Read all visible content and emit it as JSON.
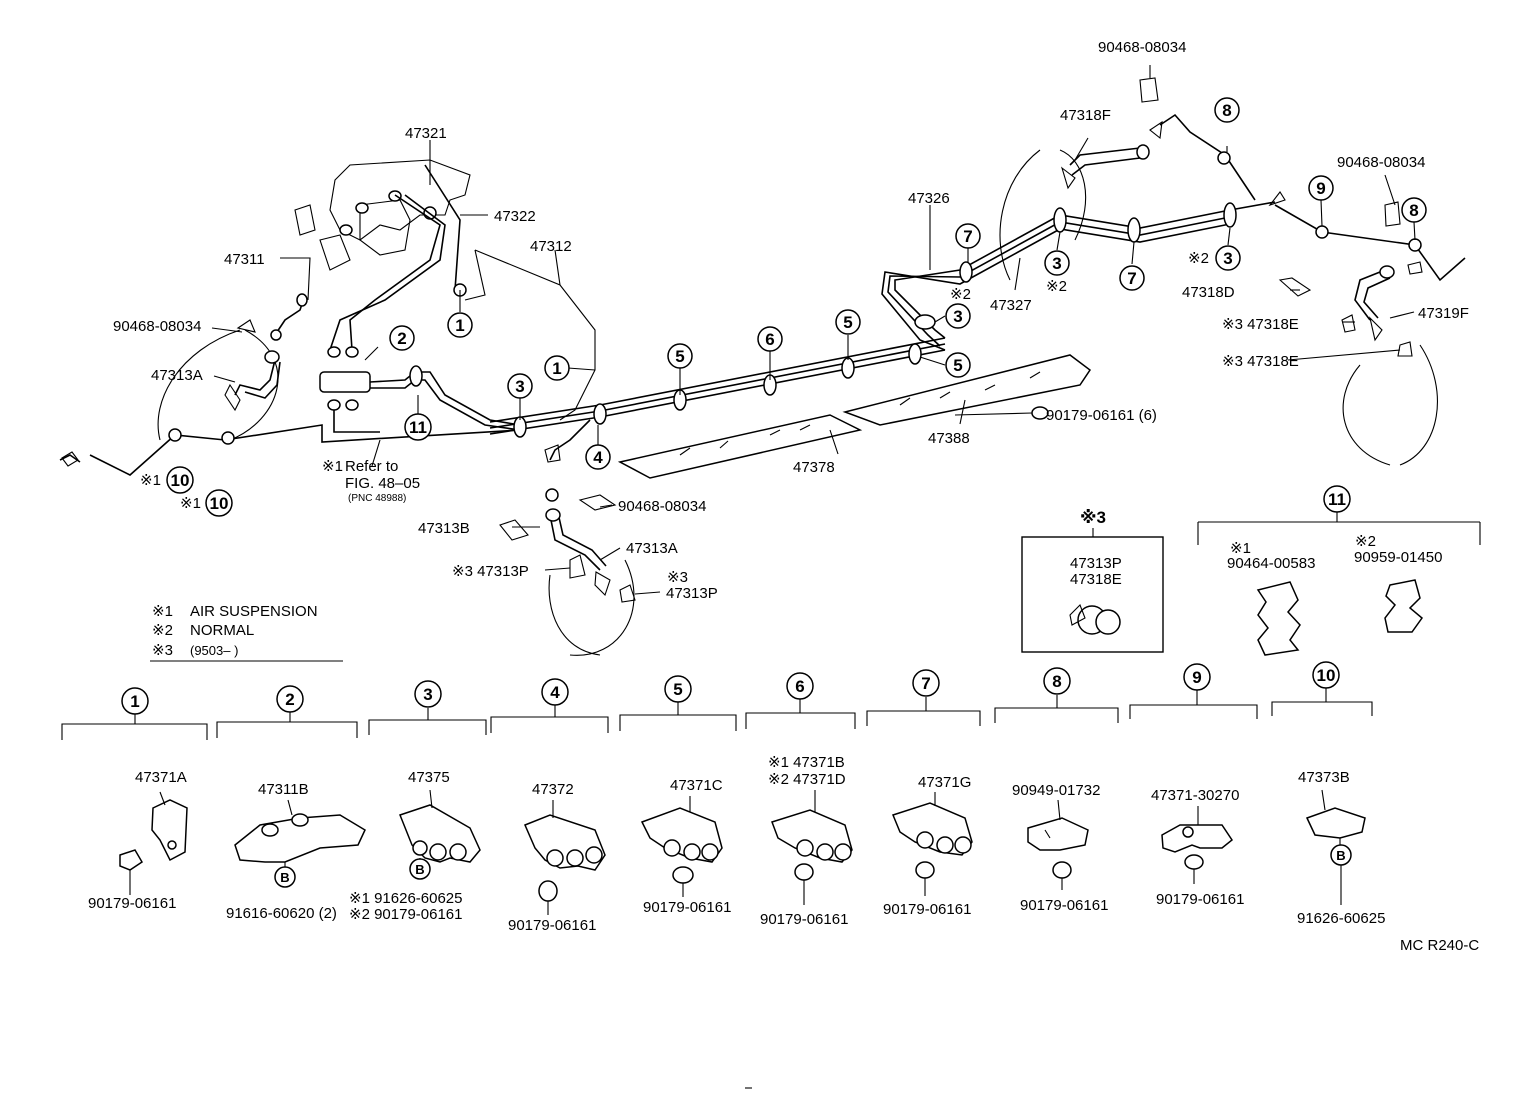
{
  "diagram_code": "MC R240-C",
  "legend": [
    {
      "mark": "※1",
      "text": "AIR SUSPENSION"
    },
    {
      "mark": "※2",
      "text": "NORMAL"
    },
    {
      "mark": "※3",
      "text": "(9503–        )"
    }
  ],
  "callouts": {
    "p47321": "47321",
    "p47322": "47322",
    "p47311": "47311",
    "p47312": "47312",
    "p90468_a": "90468-08034",
    "p47313A_a": "47313A",
    "p10_mark_a": "※1",
    "p10_mark_b": "※1",
    "refer_mark": "※1",
    "refer_line1": "Refer to",
    "refer_line2": "FIG. 48–05",
    "refer_pnc": "(PNC 48988)",
    "p47313B": "47313B",
    "p90468_b": "90468-08034",
    "p47313A_b": "47313A",
    "p47313P_a": "※3 47313P",
    "p47313P_mark": "※3",
    "p47313P_b": "47313P",
    "p47378": "47378",
    "p47388": "47388",
    "p90179_6": "90179-06161 (6)",
    "p47326": "47326",
    "p47327": "47327",
    "p47318F": "47318F",
    "p90468_c": "90468-08034",
    "p90468_d": "90468-08034",
    "p47318D": "47318D",
    "p47318E_a": "※3 47318E",
    "p47319F": "47319F",
    "p47318E_b": "※3 47318E",
    "mark2_a": "※2",
    "mark2_b": "※2",
    "mark2_c": "※2"
  },
  "inset3": {
    "title": "※3",
    "line1": "47313P",
    "line2": "47318E"
  },
  "inset11": {
    "num": "11",
    "left_mark": "※1",
    "left_part": "90464-00583",
    "right_mark": "※2",
    "right_part": "90959-01450"
  },
  "groups": [
    {
      "num": "1",
      "part": "47371A",
      "bolt": "90179-06161"
    },
    {
      "num": "2",
      "part": "47311B",
      "bolt": "91616-60620 (2)"
    },
    {
      "num": "3",
      "part": "47375",
      "bolt_a": "※1 91626-60625",
      "bolt_b": "※2 90179-06161"
    },
    {
      "num": "4",
      "part": "47372",
      "bolt": "90179-06161"
    },
    {
      "num": "5",
      "part": "47371C",
      "bolt": "90179-06161"
    },
    {
      "num": "6",
      "part_a": "※1 47371B",
      "part_b": "※2 47371D",
      "bolt": "90179-06161"
    },
    {
      "num": "7",
      "part": "47371G",
      "bolt": "90179-06161"
    },
    {
      "num": "8",
      "part": "90949-01732",
      "bolt": "90179-06161"
    },
    {
      "num": "9",
      "part": "47371-30270",
      "bolt": "90179-06161"
    },
    {
      "num": "10",
      "part": "47373B",
      "bolt": "91626-60625"
    }
  ],
  "bolt_letter": "B",
  "ref_numbers": [
    "1",
    "2",
    "3",
    "4",
    "5",
    "6",
    "7",
    "8",
    "9",
    "10",
    "11"
  ]
}
